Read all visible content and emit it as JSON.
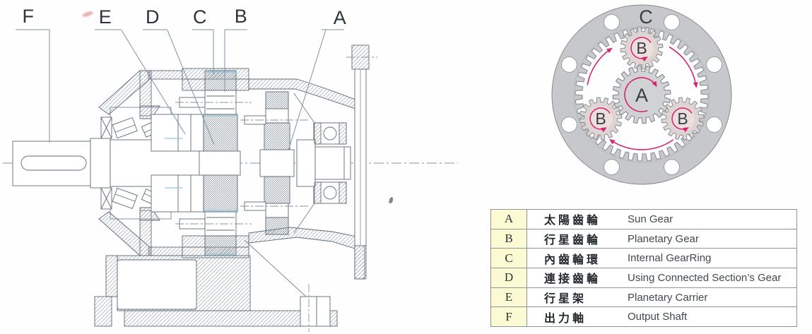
{
  "cross_section": {
    "callouts": [
      {
        "id": "F"
      },
      {
        "id": "E"
      },
      {
        "id": "D"
      },
      {
        "id": "C"
      },
      {
        "id": "B"
      },
      {
        "id": "A"
      }
    ]
  },
  "planetary_diagram": {
    "ring_label": "C",
    "sun_label": "A",
    "planet_label": "B"
  },
  "legend": {
    "rows": [
      {
        "key": "A",
        "zh": "太陽齒輪",
        "en": "Sun Gear"
      },
      {
        "key": "B",
        "zh": "行星齒輪",
        "en": "Planetary Gear"
      },
      {
        "key": "C",
        "zh": "內齒輪環",
        "en": "Internal GearRing"
      },
      {
        "key": "D",
        "zh": "連接齒輪",
        "en": "Using Connected Section’s Gear"
      },
      {
        "key": "E",
        "zh": "行星架",
        "en": "Planetary Carrier"
      },
      {
        "key": "F",
        "zh": "出力軸",
        "en": "Output Shaft"
      }
    ]
  },
  "theme": {
    "arrow-color": "#d6246e",
    "key-col-bg": "#fbfad2",
    "table-border": "#8d959c",
    "drawing-line": "#5f6b77",
    "label-color": "#2e343b",
    "ring-fill": "#c6c8cb",
    "sun-fill": "#d0d2d4",
    "planet-fill": "#ded5d2"
  }
}
